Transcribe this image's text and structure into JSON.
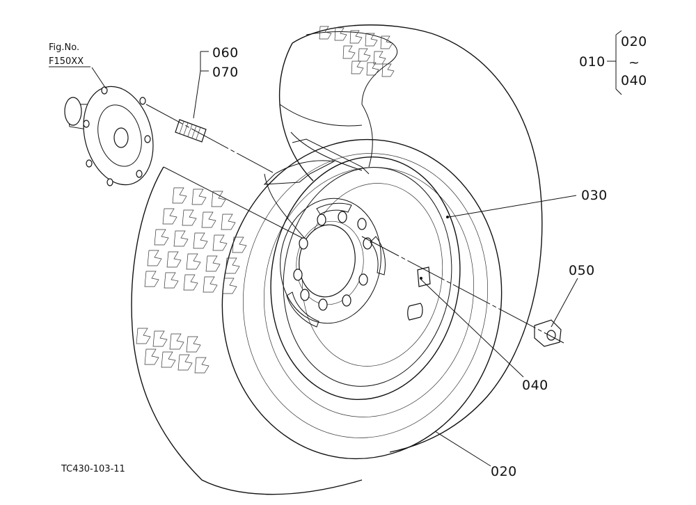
{
  "figure_ref": {
    "prefix": "Fig.No.",
    "number": "F150XX"
  },
  "drawing_code": "TC430-103-11",
  "callouts": {
    "c010": "010",
    "c020_top": "020",
    "c_range": "~",
    "c040_top": "040",
    "c060": "060",
    "c070": "070",
    "c030": "030",
    "c050": "050",
    "c040": "040",
    "c020": "020"
  }
}
